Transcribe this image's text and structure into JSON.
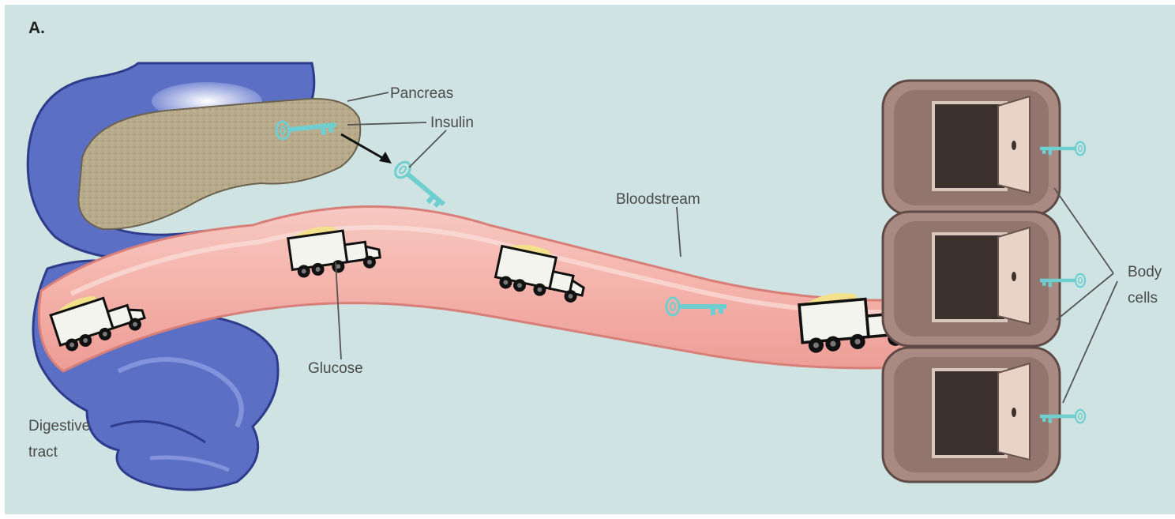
{
  "figure": {
    "panel_letter": "A.",
    "labels": {
      "pancreas": "Pancreas",
      "insulin": "Insulin",
      "bloodstream": "Bloodstream",
      "glucose": "Glucose",
      "digestive_line1": "Digestive",
      "digestive_line2": "tract",
      "body_line1": "Body",
      "body_line2": "cells"
    },
    "colors": {
      "background": "#cfe4e2",
      "digestive": "#5b6fc4",
      "pancreas": "#b8ab8c",
      "bloodstream": "#f2b7b0",
      "cell": "#9c7f78",
      "door": "#3b302c",
      "key": "#6fcfd0"
    },
    "icons": [
      "digestive-tract",
      "pancreas",
      "bloodstream",
      "glucose-truck",
      "insulin-key",
      "body-cell",
      "cell-door"
    ]
  }
}
